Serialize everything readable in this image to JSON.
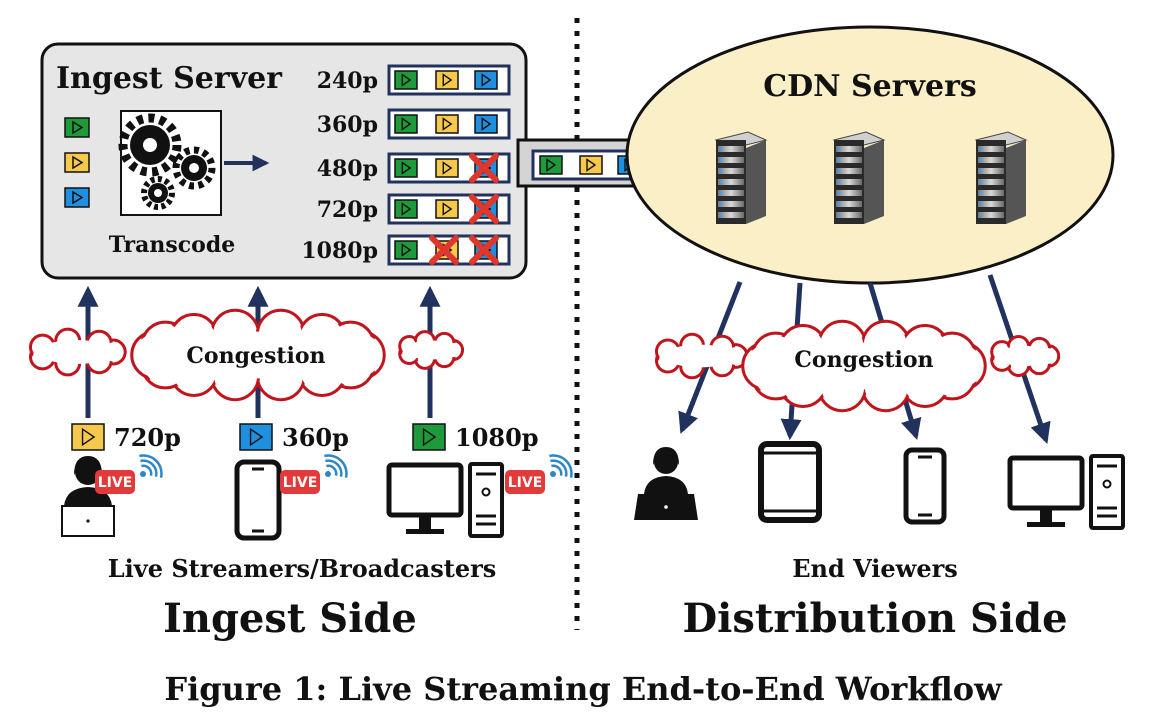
{
  "ingest": {
    "title": "Ingest Server",
    "transcode_label": "Transcode",
    "renditions": [
      {
        "label": "240p",
        "crossed": 0
      },
      {
        "label": "360p",
        "crossed": 0
      },
      {
        "label": "480p",
        "crossed": 1
      },
      {
        "label": "720p",
        "crossed": 1
      },
      {
        "label": "1080p",
        "crossed": 2
      }
    ]
  },
  "cdn": {
    "title": "CDN Servers"
  },
  "uploads": [
    {
      "label": "720p",
      "color": "#f6c84c"
    },
    {
      "label": "360p",
      "color": "#1f8fe0"
    },
    {
      "label": "1080p",
      "color": "#1f9a3a"
    }
  ],
  "congestion_label": "Congestion",
  "congestion_label_2": "Congestion",
  "live_badge": "LIVE",
  "streamers_label": "Live Streamers/Broadcasters",
  "viewers_label": "End Viewers",
  "ingest_side_label": "Ingest Side",
  "distribution_side_label": "Distribution Side",
  "caption": "Figure 1: Live Streaming End-to-End Workflow",
  "colors": {
    "green": "#1f9a3a",
    "yellow": "#f6c84c",
    "blue": "#1f8fe0",
    "navy": "#22325e",
    "cloud": "#c0151c",
    "cross": "#e0362c",
    "cdn_fill": "#fbefc8",
    "server_panel": "#e6e6e6"
  },
  "icons": [
    "play-icon",
    "gears-icon",
    "cloud-icon",
    "server-icon",
    "laptop-user-icon",
    "tablet-icon",
    "phone-icon",
    "desktop-icon",
    "live-broadcast-icon",
    "cross-icon"
  ]
}
